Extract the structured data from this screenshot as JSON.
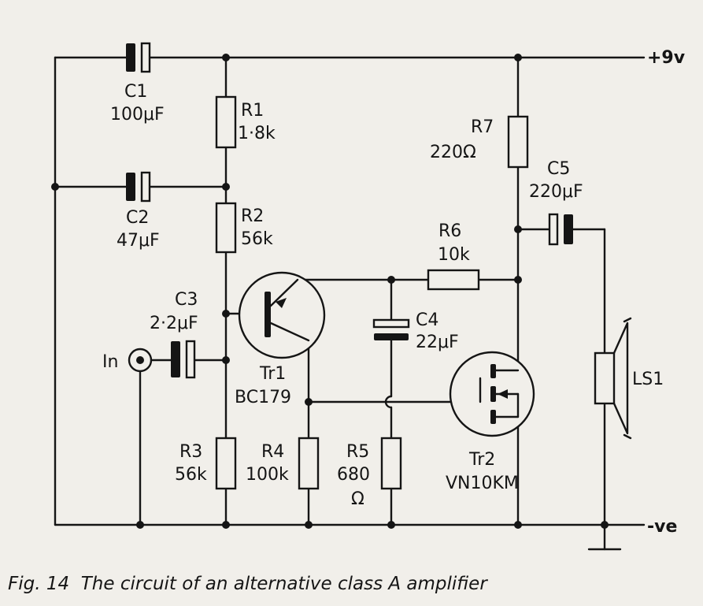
{
  "supply": {
    "positive": "+9v",
    "negative": "-ve"
  },
  "input_label": "In",
  "components": {
    "c1": {
      "ref": "C1",
      "value": "100μF"
    },
    "c2": {
      "ref": "C2",
      "value": "47μF"
    },
    "c3": {
      "ref": "C3",
      "value": "2·2μF"
    },
    "c4": {
      "ref": "C4",
      "value": "22μF"
    },
    "c5": {
      "ref": "C5",
      "value": "220μF"
    },
    "r1": {
      "ref": "R1",
      "value": "1·8k"
    },
    "r2": {
      "ref": "R2",
      "value": "56k"
    },
    "r3": {
      "ref": "R3",
      "value": "56k"
    },
    "r4": {
      "ref": "R4",
      "value": "100k"
    },
    "r5": {
      "ref": "R5",
      "value": "680",
      "unit": "Ω"
    },
    "r6": {
      "ref": "R6",
      "value": "10k"
    },
    "r7": {
      "ref": "R7",
      "value": "220Ω"
    },
    "tr1": {
      "ref": "Tr1",
      "value": "BC179"
    },
    "tr2": {
      "ref": "Tr2",
      "value": "VN10KM"
    },
    "ls1": {
      "ref": "LS1"
    }
  },
  "caption": {
    "fig": "Fig. 14",
    "text": "The circuit of an alternative class A amplifier"
  }
}
